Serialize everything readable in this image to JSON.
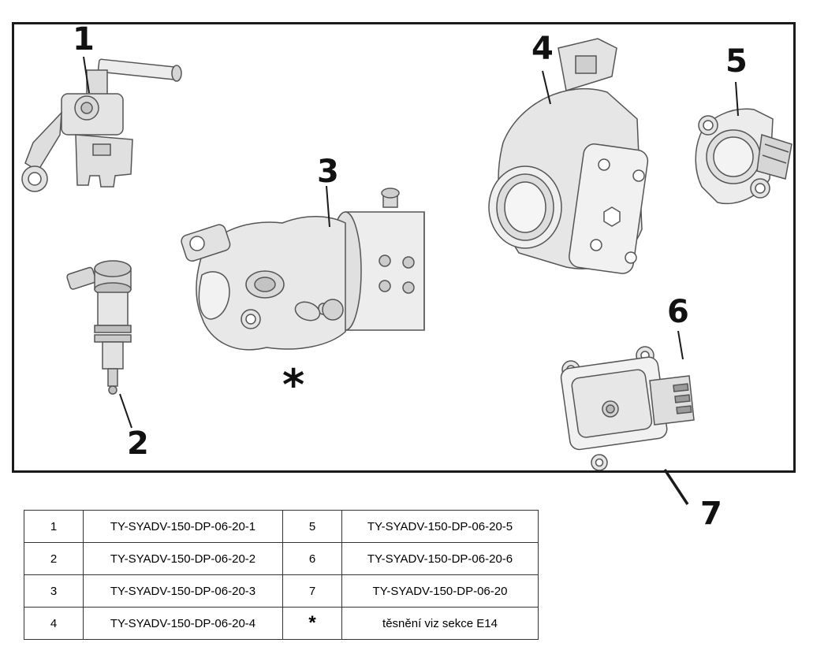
{
  "diagram": {
    "callouts": {
      "n1": "1",
      "n2": "2",
      "n3": "3",
      "n4": "4",
      "n5": "5",
      "n6": "6",
      "n7": "7",
      "star": "*"
    },
    "line_color": "#1a1a1a"
  },
  "parts_table": {
    "left": [
      {
        "ref": "1",
        "part": "TY-SYADV-150-DP-06-20-1"
      },
      {
        "ref": "2",
        "part": "TY-SYADV-150-DP-06-20-2"
      },
      {
        "ref": "3",
        "part": "TY-SYADV-150-DP-06-20-3"
      },
      {
        "ref": "4",
        "part": "TY-SYADV-150-DP-06-20-4"
      }
    ],
    "right": [
      {
        "ref": "5",
        "part": "TY-SYADV-150-DP-06-20-5"
      },
      {
        "ref": "6",
        "part": "TY-SYADV-150-DP-06-20-6"
      },
      {
        "ref": "7",
        "part": "TY-SYADV-150-DP-06-20"
      },
      {
        "ref": "*",
        "part": "těsnění viz sekce E14"
      }
    ]
  }
}
